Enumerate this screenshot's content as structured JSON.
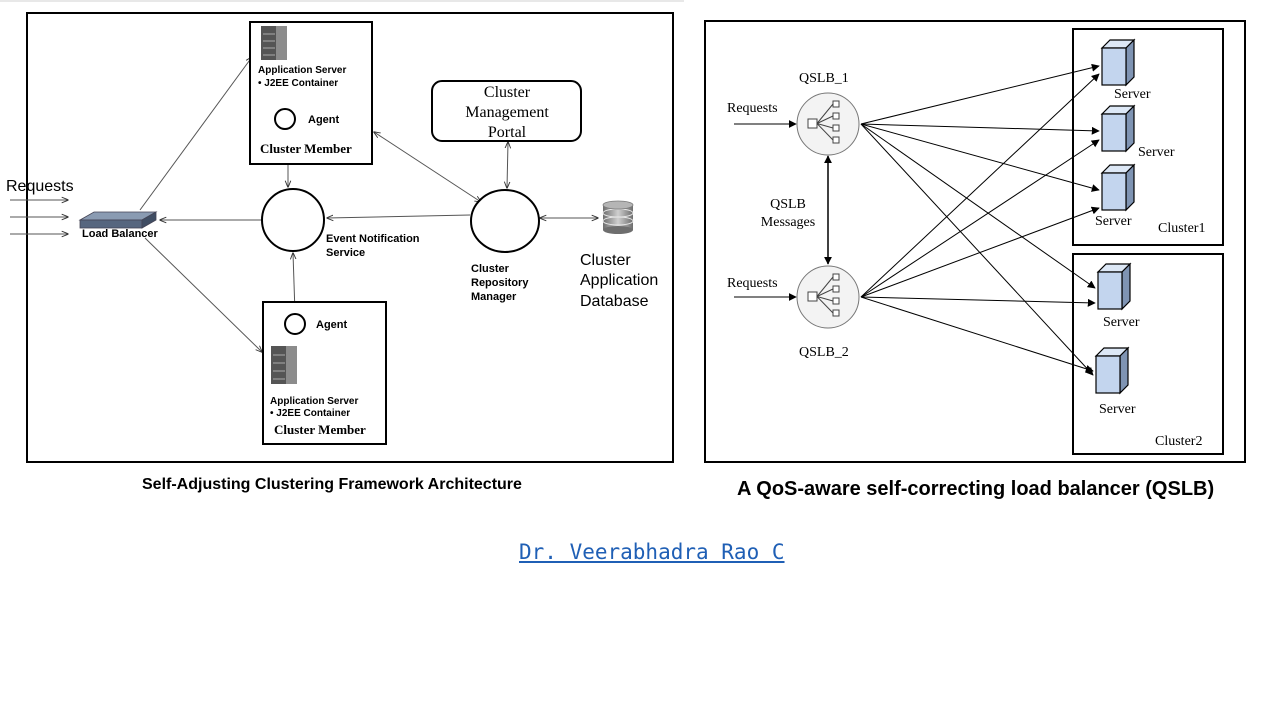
{
  "left_diagram": {
    "caption": "Self-Adjusting Clustering Framework Architecture",
    "requests_label": "Requests",
    "load_balancer_label": "Load Balancer",
    "cluster_member_top": {
      "app_server": "Application Server",
      "container": "• J2EE Container",
      "agent": "Agent",
      "title": "Cluster Member"
    },
    "cluster_member_bottom": {
      "app_server": "Application Server",
      "container": "• J2EE Container",
      "agent": "Agent",
      "title": "Cluster Member"
    },
    "event_service": [
      "Event Notification",
      "Service"
    ],
    "repository_manager": [
      "Cluster",
      "Repository",
      "Manager"
    ],
    "portal": [
      "Cluster",
      "Management",
      "Portal"
    ],
    "database": [
      "Cluster",
      "Application",
      "Database"
    ]
  },
  "right_diagram": {
    "caption": "A QoS-aware self-correcting load balancer (QSLB)",
    "qslb_top": "QSLB_1",
    "qslb_bottom": "QSLB_2",
    "requests_top": "Requests",
    "requests_bottom": "Requests",
    "messages": [
      "QSLB",
      "Messages"
    ],
    "cluster1": {
      "label": "Cluster1",
      "servers": [
        "Server",
        "Server",
        "Server"
      ]
    },
    "cluster2": {
      "label": "Cluster2",
      "servers": [
        "Server",
        "Server"
      ]
    }
  },
  "footer": {
    "author": "Dr. Veerabhadra Rao C"
  }
}
